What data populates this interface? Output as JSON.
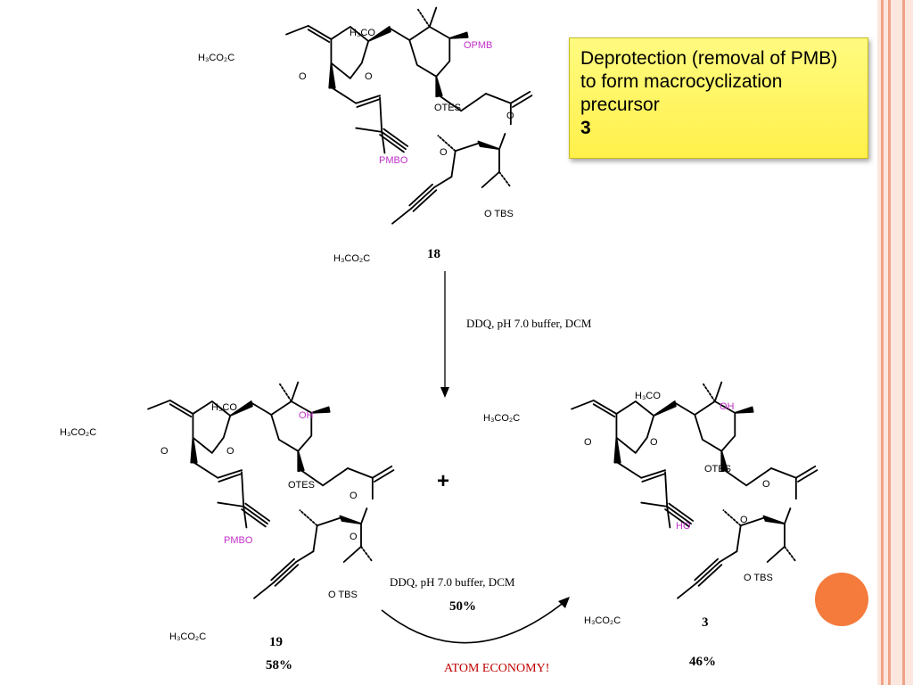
{
  "note": {
    "line1": "Deprotection (removal of PMB) to form macrocyclization precursor",
    "line2": "3"
  },
  "reaction1": {
    "conditions": "DDQ, pH 7.0 buffer, DCM"
  },
  "reaction2": {
    "conditions": "DDQ, pH 7.0 buffer, DCM",
    "yield": "50%"
  },
  "plus": "+",
  "atom_economy": "ATOM ECONOMY!",
  "compounds": [
    {
      "id": "18",
      "yield": ""
    },
    {
      "id": "19",
      "yield": "58%"
    },
    {
      "id": "3",
      "yield": "46%"
    }
  ],
  "labels": {
    "ester": "H₃CO₂C",
    "methoxy": "H₃CO",
    "ring_o": "O",
    "otes": "OTES",
    "otbs": "O TBS",
    "carbonyl_o": "O",
    "ester_o": "O",
    "opmb": "OPMB",
    "pmbo": "PMBO",
    "oh": "OH",
    "ho": "HO"
  },
  "colors": {
    "pmb_label": "#c030c8",
    "note_bg": "#fff35c",
    "stripe": "#f3a48a",
    "dot": "#f47b3c",
    "atom_economy": "#c00000"
  }
}
